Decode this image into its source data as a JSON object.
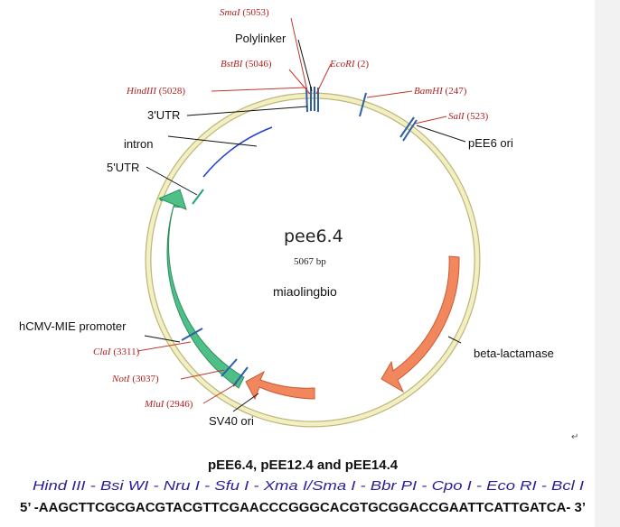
{
  "plasmid": {
    "name": "pee6.4",
    "size": "5067 bp",
    "brand": "miaolingbio"
  },
  "features": {
    "polylinker": "Polylinker",
    "utr3": "3'UTR",
    "intron": "intron",
    "utr5": "5'UTR",
    "promoter": "hCMV-MIE promoter",
    "sv40": "SV40 ori",
    "bla": "beta-lactamase",
    "ori": "pEE6 ori"
  },
  "sites": {
    "sma": {
      "name": "SmaI",
      "pos": "(5053)"
    },
    "bst": {
      "name": "BstBI",
      "pos": "(5046)"
    },
    "eco": {
      "name": "EcoRI",
      "pos": "(2)"
    },
    "hind": {
      "name": "HindIII",
      "pos": "(5028)"
    },
    "bam": {
      "name": "BamHI",
      "pos": "(247)"
    },
    "sal": {
      "name": "SalI",
      "pos": "(523)"
    },
    "cla": {
      "name": "ClaI",
      "pos": "(3311)"
    },
    "not": {
      "name": "NotI",
      "pos": "(3037)"
    },
    "mlu": {
      "name": "MluI",
      "pos": "(2946)"
    }
  },
  "caption": {
    "title": "pEE6.4, pEE12.4 and pEE14.4",
    "sites_line": "Hind III - Bsi WI - Nru I - Sfu I - Xma I/Sma I - Bbr PI - Cpo I - Eco RI - Bcl I",
    "sequence": "5’ -AAGCTTCGCGACGTACGTTCGAACCCGGGCACGTGCGGACCGAATTCATTGATCA- 3’",
    "return_mark": "↵"
  },
  "colors": {
    "backbone": "#f3efc4",
    "backbone_edge": "#bdb877",
    "promoter": "#4fbf88",
    "orange": "#f2875d",
    "intron": "#1f3fd6",
    "utr": "#1fa37a",
    "tick": "#2e5ea8",
    "enzyme_text": "#b11e1e",
    "callout_red": "#c0392b",
    "caption_sites": "#2a1f9a"
  }
}
